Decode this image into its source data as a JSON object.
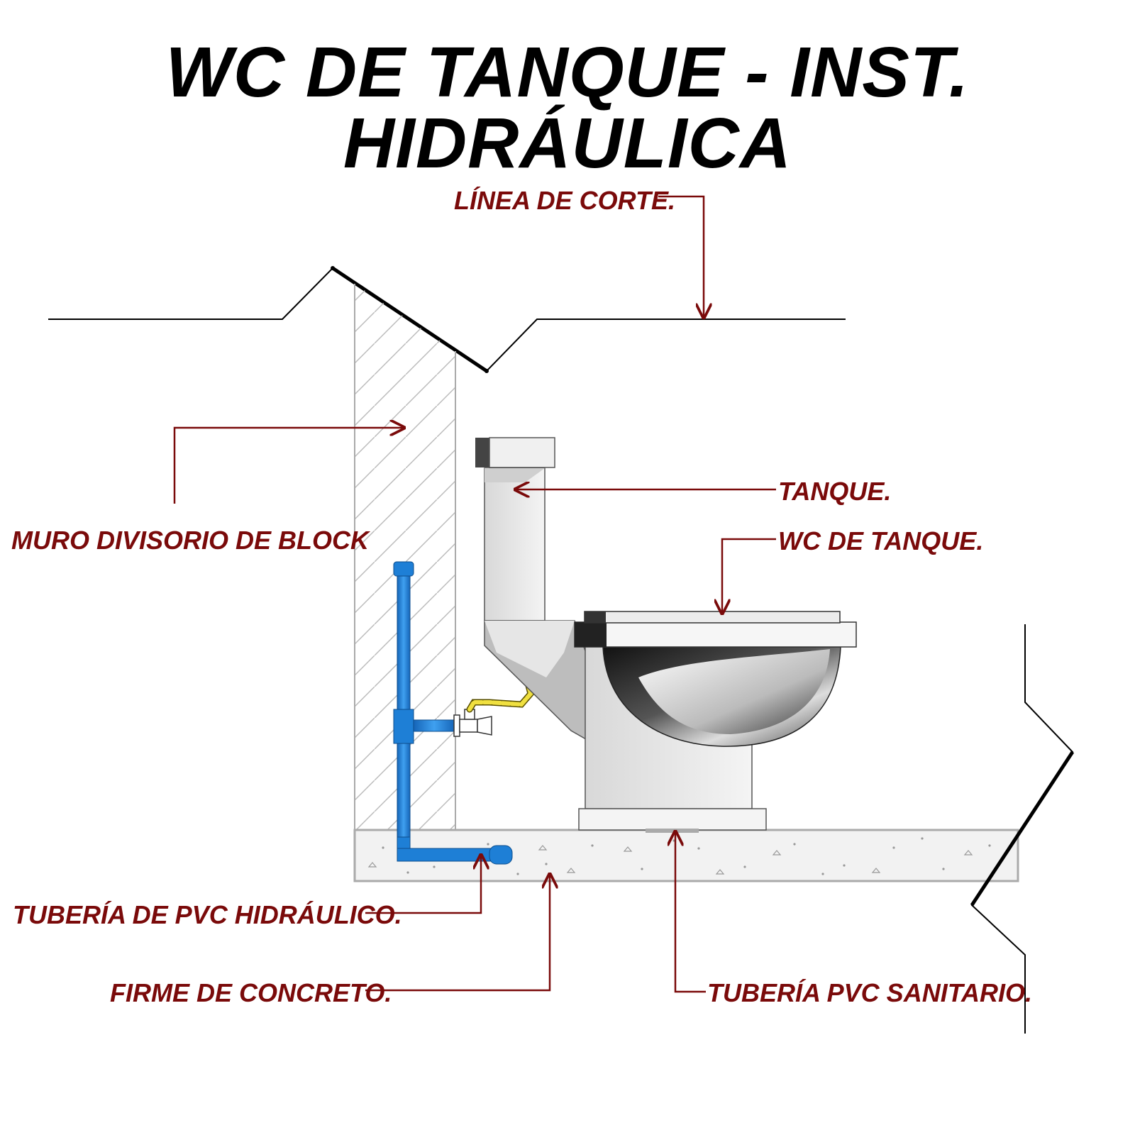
{
  "title": "WC DE TANQUE - INST. HIDRÁULICA",
  "labels": {
    "linea_corte": "LÍNEA DE CORTE.",
    "muro": "MURO DIVISORIO DE BLOCK",
    "tanque": "TANQUE.",
    "wc": "WC DE TANQUE.",
    "tuberia_hidraulico": "TUBERÍA DE PVC HIDRÁULICO.",
    "firme": "FIRME DE CONCRETO.",
    "tuberia_sanitario": "TUBERÍA PVC SANITARIO."
  },
  "colors": {
    "label": "#7a0a0a",
    "pipe": "#1e7fd6",
    "flex_hose": "#f0e040",
    "wall_hatch": "#bbbbbb",
    "slab": "#f2f2f2"
  }
}
